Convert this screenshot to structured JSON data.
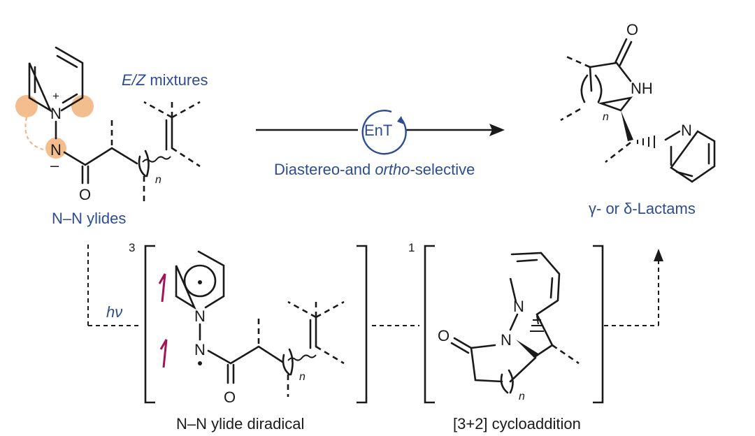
{
  "reactant": {
    "mixtures_label_italic": "E/Z",
    "mixtures_label_rest": " mixtures",
    "name": "N–N ylides",
    "atom_N": "N",
    "atom_O": "O",
    "charge_plus": "+",
    "charge_minus": "–",
    "subscript_n": "n"
  },
  "arrow": {
    "catalyst": "EnT",
    "selectivity_pre": "Diastereo-and ",
    "selectivity_italic": "ortho",
    "selectivity_post": "-selective"
  },
  "product": {
    "name": "γ- or δ-Lactams",
    "atom_O": "O",
    "atom_NH": "NH",
    "atom_N": "N",
    "subscript_n": "n"
  },
  "mechanism": {
    "light": "hν",
    "diradical_multiplicity": "3",
    "diradical_name": "N–N ylide diradical",
    "cyclo_multiplicity": "1",
    "cyclo_name": "[3+2] cycloaddition",
    "atom_N": "N",
    "atom_O": "O",
    "subscript_n": "n"
  },
  "colors": {
    "label_blue": "#2e4d8f",
    "highlight_orange": "#f2b27a",
    "spin_magenta": "#a0145a"
  }
}
